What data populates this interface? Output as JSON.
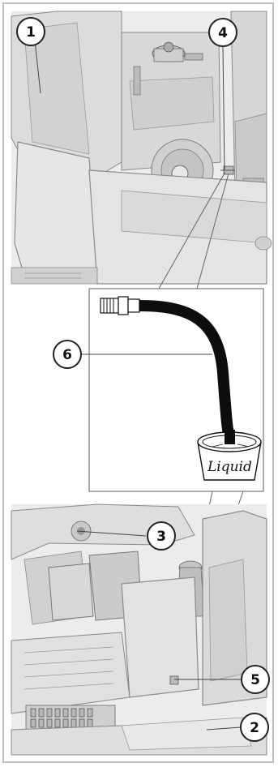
{
  "callouts": {
    "c1": "1",
    "c2": "2",
    "c3": "3",
    "c4": "4",
    "c5": "5",
    "c6": "6"
  },
  "detail": {
    "container_label": "Liquid"
  },
  "colors": {
    "machine_fill": "#e3e3e3",
    "machine_stroke": "#8a8a8a",
    "hose": "#0d0d0d",
    "callout_border": "#222222"
  }
}
